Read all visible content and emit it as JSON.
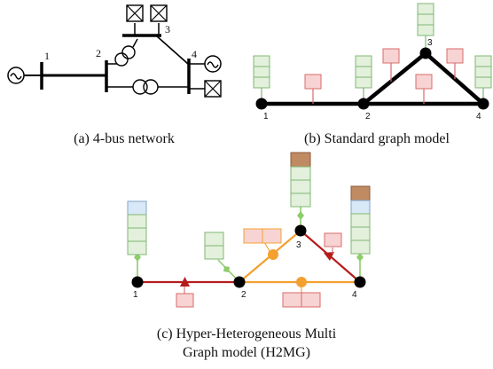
{
  "panels": {
    "a": {
      "caption": "(a) 4-bus network",
      "bus_labels": [
        "1",
        "2",
        "3",
        "4"
      ]
    },
    "b": {
      "caption": "(b) Standard graph model",
      "node_labels": [
        "1",
        "2",
        "3",
        "4"
      ]
    },
    "c": {
      "caption_line1": "(c) Hyper-Heterogeneous Multi",
      "caption_line2": "Graph model (H2MG)",
      "node_labels": [
        "1",
        "2",
        "3",
        "4"
      ]
    }
  },
  "colors": {
    "line": "#000000",
    "green_fill": "#e3f0dc",
    "green_stroke": "#7fb872",
    "pink_fill": "#f8d3d3",
    "pink_stroke": "#d96b6b",
    "brown_fill": "#c08a62",
    "brown_stroke": "#8d5b3a",
    "blue_fill": "#d9e8f7",
    "blue_stroke": "#7fa4c9",
    "edge_red": "#b51d1d",
    "edge_orange": "#f4a030",
    "edge_green": "#8fcc6b"
  },
  "icons": [
    "ac-generator-icon",
    "transformer-icon",
    "load-box-icon"
  ]
}
